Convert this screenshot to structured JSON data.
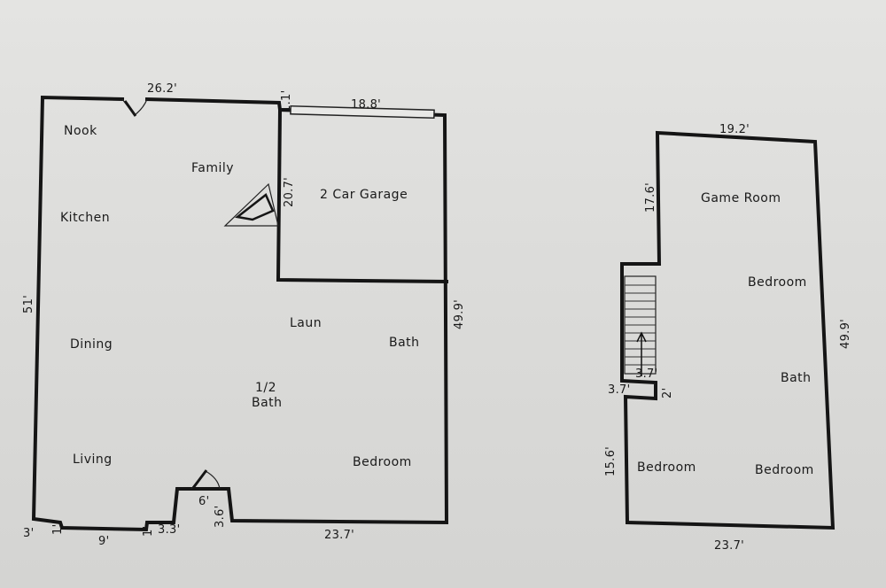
{
  "plan1": {
    "rooms": {
      "nook": "Nook",
      "family": "Family",
      "kitchen": "Kitchen",
      "garage": "2 Car Garage",
      "laun": "Laun",
      "bath": "Bath",
      "dining": "Dining",
      "half_bath_1": "1/2",
      "half_bath_2": "Bath",
      "living": "Living",
      "bedroom": "Bedroom"
    },
    "dims": {
      "top": "26.2'",
      "gap": "1.1'",
      "garage_top": "18.8'",
      "garage_side": "20.7'",
      "left": "51'",
      "right": "49.9'",
      "bottom_left": "3'",
      "step_1a": "1'",
      "bottom_9": "9'",
      "step_1b": "1'",
      "step_33": "3.3'",
      "porch_6": "6'",
      "porch_36": "3.6'",
      "bottom_right": "23.7'"
    }
  },
  "plan2": {
    "rooms": {
      "game_room": "Game Room",
      "bedroom_1": "Bedroom",
      "bath": "Bath",
      "bedroom_2": "Bedroom",
      "bedroom_3": "Bedroom"
    },
    "dims": {
      "top": "19.2'",
      "left_upper": "17.6'",
      "right": "49.9'",
      "stair_width": "3.7'",
      "landing_width": "3.7'",
      "landing_depth": "2'",
      "left_lower": "15.6'",
      "bottom": "23.7'"
    }
  }
}
